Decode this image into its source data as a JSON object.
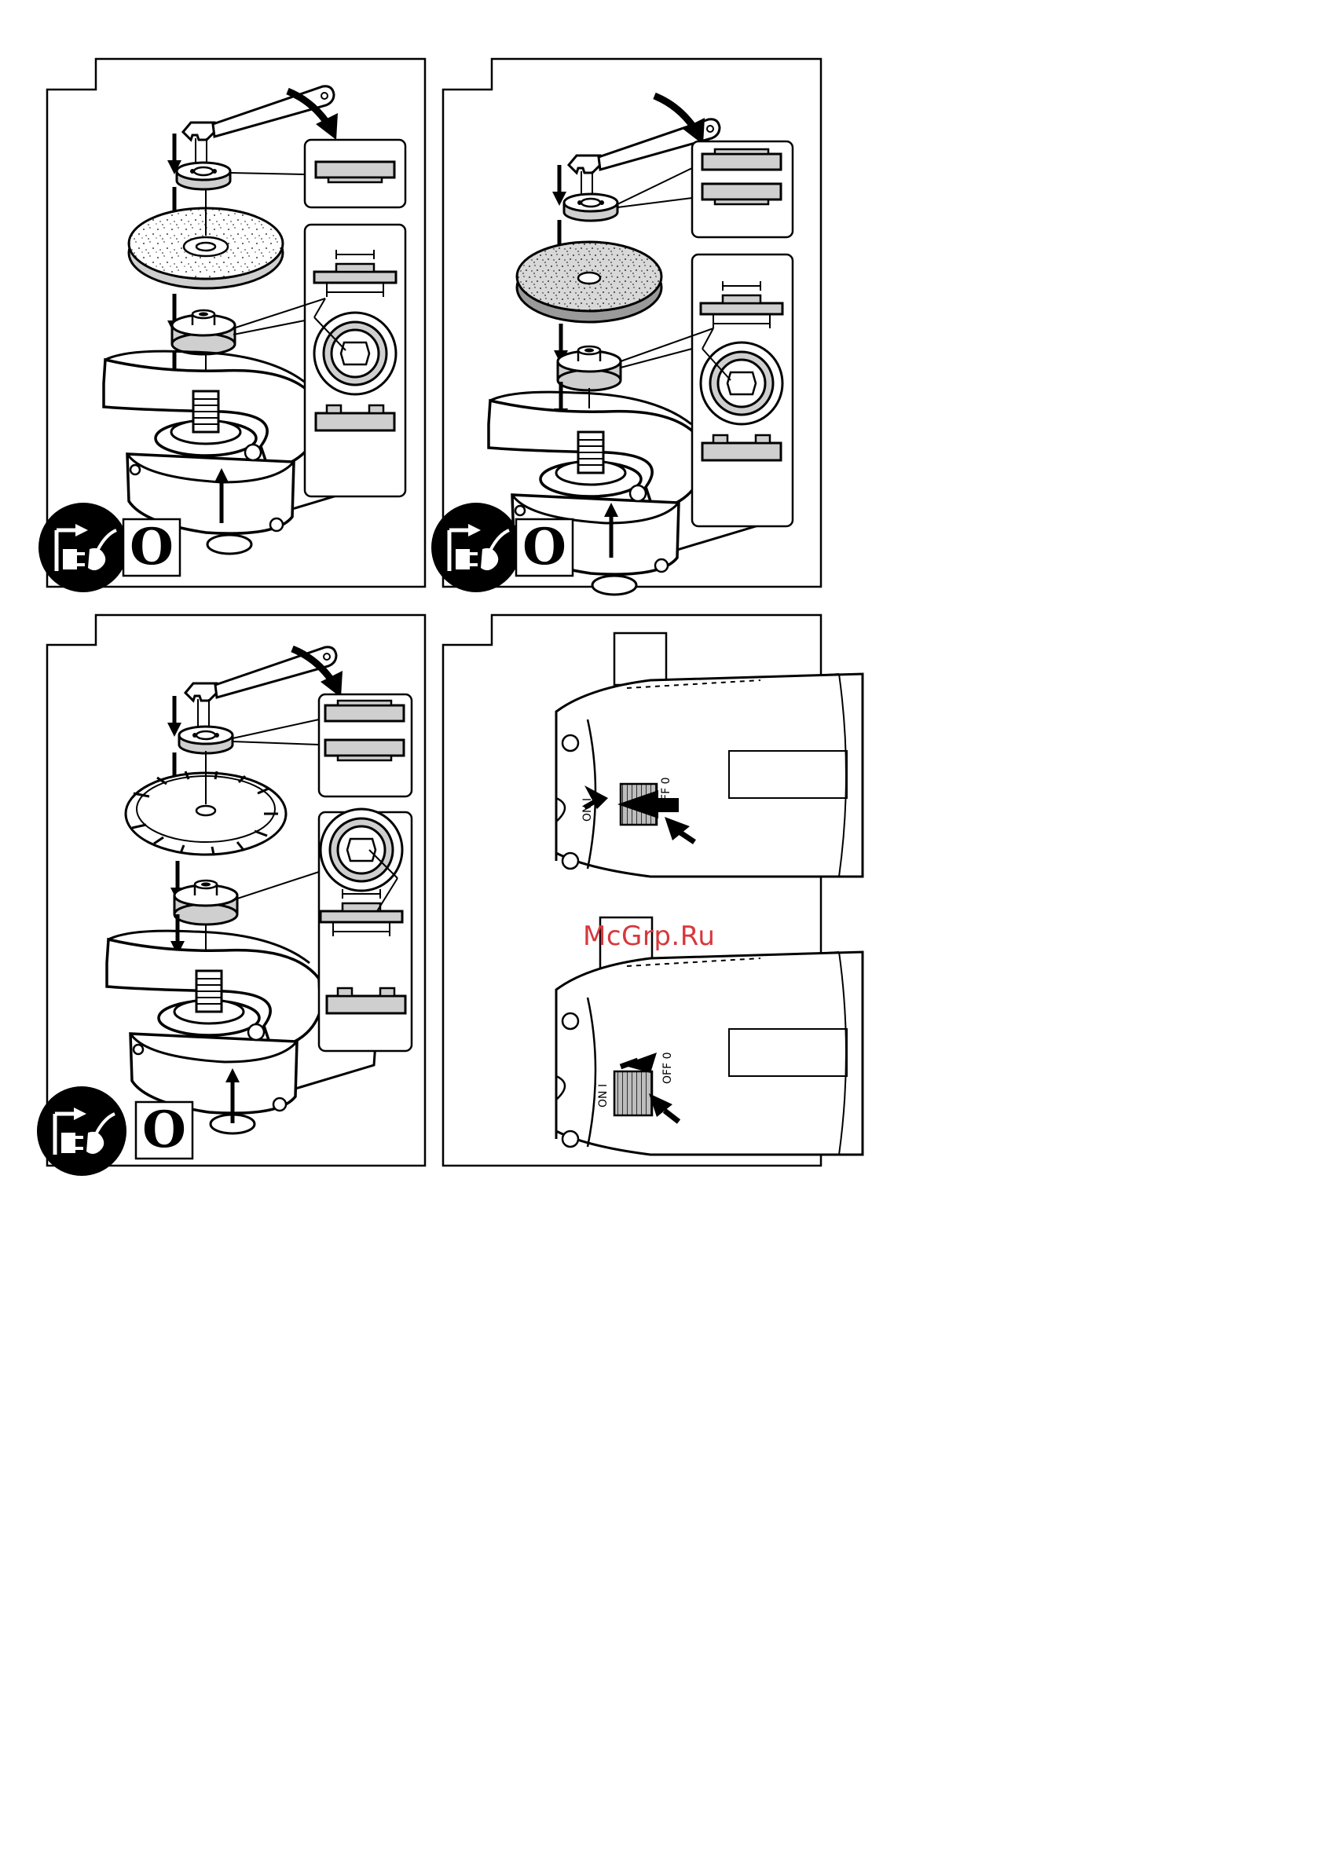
{
  "watermark": "McGrp.Ru",
  "panels": [
    {
      "id": "guard-flat-disc",
      "symbol": "O"
    },
    {
      "id": "guard-grinding-disc",
      "symbol": "O"
    },
    {
      "id": "guard-diamond-blade",
      "symbol": "O"
    },
    {
      "id": "switch-operation"
    }
  ],
  "switch": {
    "on_label": "ON I",
    "off_label": "OFF 0"
  },
  "icons": [
    "unplug-icon",
    "arrow-icon",
    "wrench-icon"
  ],
  "colors": {
    "ink": "#000000",
    "paper": "#ffffff",
    "watermark": "#d7383c"
  }
}
